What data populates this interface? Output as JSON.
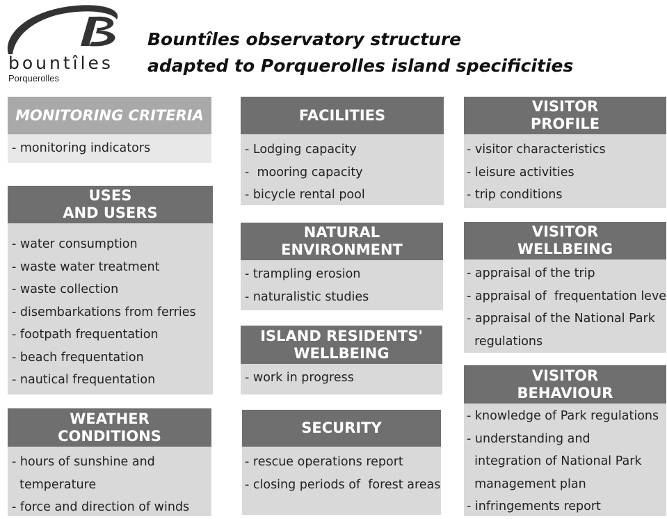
{
  "logo": {
    "wordmark": "bountîles",
    "subtitle": "Porquerolles"
  },
  "title": {
    "line1": "Bountîles observatory structure",
    "line2": "adapted to Porquerolles island specificities"
  },
  "boxes": {
    "monitoring_criteria": {
      "header": [
        "MONITORING CRITERIA"
      ],
      "items": [
        "- monitoring indicators"
      ]
    },
    "uses_users": {
      "header": [
        "USES",
        "AND USERS"
      ],
      "items": [
        "- water consumption",
        "- waste water treatment",
        "- waste collection",
        "- disembarkations from ferries",
        "- footpath frequentation",
        "- beach frequentation",
        "- nautical frequentation"
      ]
    },
    "weather": {
      "header": [
        "WEATHER",
        "CONDITIONS"
      ],
      "items": [
        "- hours of sunshine and",
        "  temperature",
        "- force and direction of winds"
      ]
    },
    "facilities": {
      "header": [
        "FACILITIES"
      ],
      "items": [
        "- Lodging capacity",
        "-  mooring capacity",
        "- bicycle rental pool"
      ]
    },
    "natural_environment": {
      "header": [
        "NATURAL",
        "ENVIRONMENT"
      ],
      "items": [
        "- trampling erosion",
        "- naturalistic studies"
      ]
    },
    "residents_wellbeing": {
      "header": [
        "ISLAND RESIDENTS'",
        "WELLBEING"
      ],
      "items": [
        "- work in progress"
      ]
    },
    "security": {
      "header": [
        "SECURITY"
      ],
      "items": [
        "- rescue operations report",
        "- closing periods of  forest areas"
      ]
    },
    "visitor_profile": {
      "header": [
        "VISITOR",
        "PROFILE"
      ],
      "items": [
        "- visitor characteristics",
        "- leisure activities",
        "- trip conditions"
      ]
    },
    "visitor_wellbeing": {
      "header": [
        "VISITOR",
        "WELLBEING"
      ],
      "items": [
        "- appraisal of the trip",
        "- appraisal of  frequentation level",
        "- appraisal of the National Park",
        "  regulations"
      ]
    },
    "visitor_behaviour": {
      "header": [
        "VISITOR",
        "BEHAVIOUR"
      ],
      "items": [
        "- knowledge of Park regulations",
        "- understanding and",
        "  integration of National Park",
        "  management plan",
        "- infringements report"
      ]
    }
  }
}
